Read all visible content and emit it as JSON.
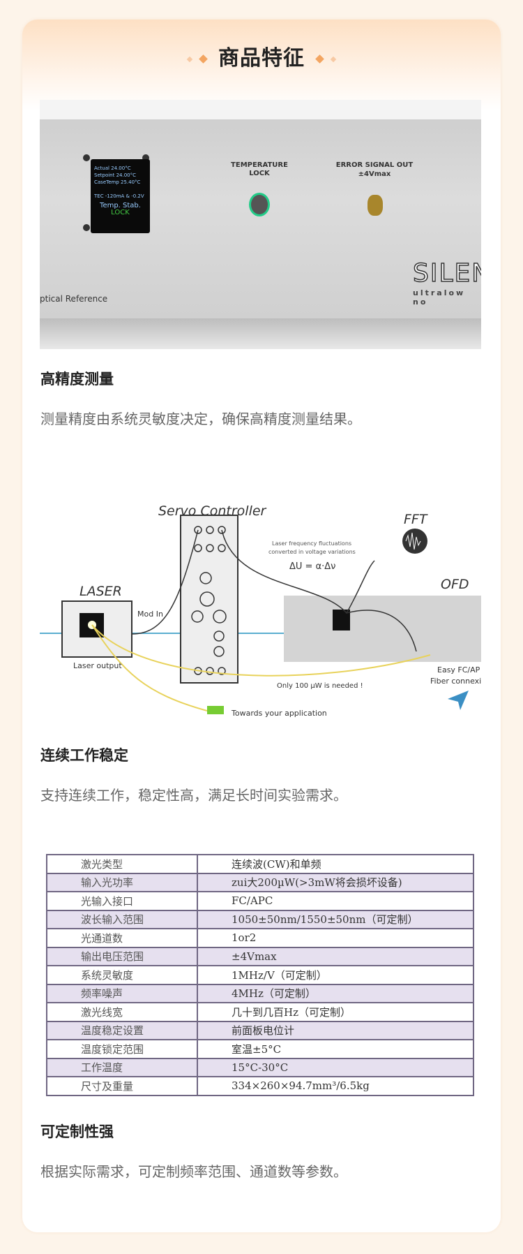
{
  "title": "商品特征",
  "photo": {
    "screen_lines": [
      "Actual 24.00°C",
      "Setpoint 24.00°C",
      "CaseTemp 25.40°C",
      "TEC -120mA & -0.2V"
    ],
    "screen_status": "Temp. Stab.",
    "screen_lock": "LOCK",
    "temp_lock_label": "TEMPERATURE LOCK",
    "error_signal_label": "ERROR SIGNAL OUT",
    "error_signal_sub": "±4Vmax",
    "brand": "SILEN",
    "brand_sub": "ultralow no",
    "panel_caption": "ptical Reference"
  },
  "features": [
    {
      "heading": "高精度测量",
      "text": "测量精度由系统灵敏度决定，确保高精度测量结果。"
    },
    {
      "heading": "连续工作稳定",
      "text": "支持连续工作，稳定性高，满足长时间实验需求。"
    },
    {
      "heading": "可定制性强",
      "text": "根据实际需求，可定制频率范围、通道数等参数。"
    }
  ],
  "diagram": {
    "servo": "Servo Controller",
    "fft": "FFT",
    "laser": "LASER",
    "mod_in": "Mod In",
    "laser_output": "Laser output",
    "ofd": "OFD",
    "note1": "Laser frequency fluctuations",
    "note2": "converted in voltage variations",
    "formula": "ΔU = α·Δν",
    "power": "Only 100 µW is needed !",
    "towards": "Towards your application",
    "fiber1": "Easy FC/AP",
    "fiber2": "Fiber connexi"
  },
  "specs": [
    [
      "激光类型",
      "连续波(CW)和单频"
    ],
    [
      "输入光功率",
      "zui大200µW(>3mW将会损坏设备)"
    ],
    [
      "光输入接口",
      "FC/APC"
    ],
    [
      "波长输入范围",
      "1050±50nm/1550±50nm（可定制）"
    ],
    [
      "光通道数",
      "1or2"
    ],
    [
      "输出电压范围",
      "±4Vmax"
    ],
    [
      "系统灵敏度",
      "1MHz/V（可定制）"
    ],
    [
      "频率噪声",
      "4MHz（可定制）"
    ],
    [
      "激光线宽",
      "几十到几百Hz（可定制）"
    ],
    [
      "温度稳定设置",
      "前面板电位计"
    ],
    [
      "温度锁定范围",
      "室温±5°C"
    ],
    [
      "工作温度",
      "15°C-30°C"
    ],
    [
      "尺寸及重量",
      "334×260×94.7mm³/6.5kg"
    ]
  ]
}
